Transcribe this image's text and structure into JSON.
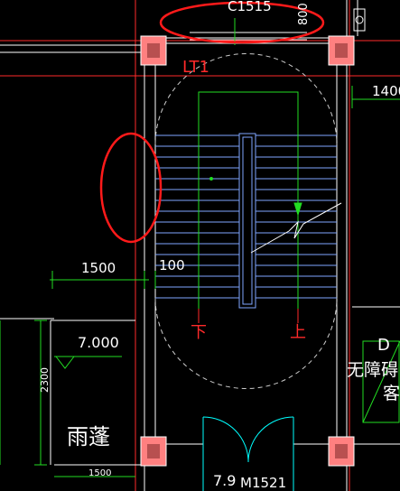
{
  "labels": {
    "top_code": "C1515",
    "top_dim": "800",
    "stair_id": "LT1",
    "right_dim": "1400",
    "left_dim": "1500",
    "small_dim": "100",
    "down_label": "下",
    "up_label": "上",
    "elevation": "7.000",
    "height_dim": "2300",
    "canopy": "雨蓬",
    "bottom_dim": "1500",
    "door_elev": "7.9",
    "door_code": "M1521",
    "accessible_line1": "无障碍",
    "accessible_line2": "客",
    "marker": "D"
  },
  "colors": {
    "background": "#000000",
    "wall": "#ffffff",
    "axis": "#ff2a2a",
    "dimension": "#22dd22",
    "stair": "#7fa6ff",
    "column": "#ff8080",
    "door": "#00ffff",
    "annotation_circle": "#ff1a1a",
    "yellow": "#ffff00"
  }
}
